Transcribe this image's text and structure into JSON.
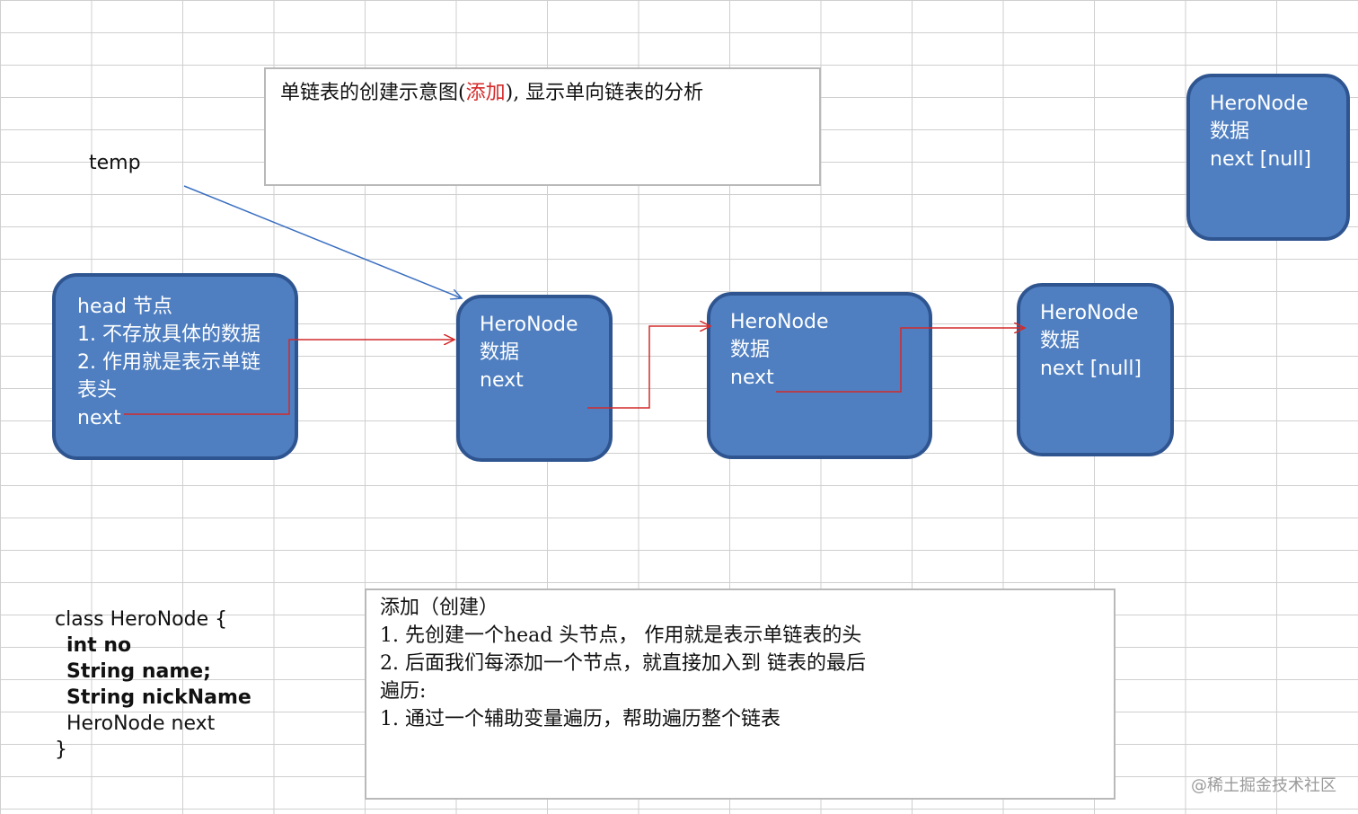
{
  "title_box": {
    "prefix": "单链表的创建示意图(",
    "highlight": "添加",
    "suffix": "), 显示单向链表的分析"
  },
  "temp_label": "temp",
  "nodes": {
    "head": {
      "lines": [
        "head 节点",
        "1. 不存放具体的数据",
        "2. 作用就是表示单链",
        "表头",
        "next"
      ]
    },
    "node1": {
      "lines": [
        "HeroNode",
        "数据",
        "next"
      ]
    },
    "node2": {
      "lines": [
        "HeroNode",
        "数据",
        "next"
      ]
    },
    "node3": {
      "lines": [
        "HeroNode",
        "数据",
        "next [null]"
      ]
    },
    "node_new": {
      "lines": [
        "HeroNode",
        "数据",
        "next [null]"
      ]
    }
  },
  "class_code": {
    "lines": [
      "class HeroNode {",
      "int no",
      "String name;",
      "String nickName",
      "HeroNode next",
      "}"
    ]
  },
  "notes": {
    "lines": [
      "添加（创建）",
      "1. 先创建一个head 头节点，  作用就是表示单链表的头",
      "2. 后面我们每添加一个节点，就直接加入到  链表的最后",
      "遍历:",
      "1.  通过一个辅助变量遍历，帮助遍历整个链表"
    ]
  },
  "watermark": "@稀土掘金技术社区",
  "colors": {
    "node_fill": "#4f7fc1",
    "node_border": "#2f5591",
    "link_arrow": "#d42a2a",
    "temp_arrow": "#3a6fc0",
    "highlight_text": "#d42a2a"
  }
}
